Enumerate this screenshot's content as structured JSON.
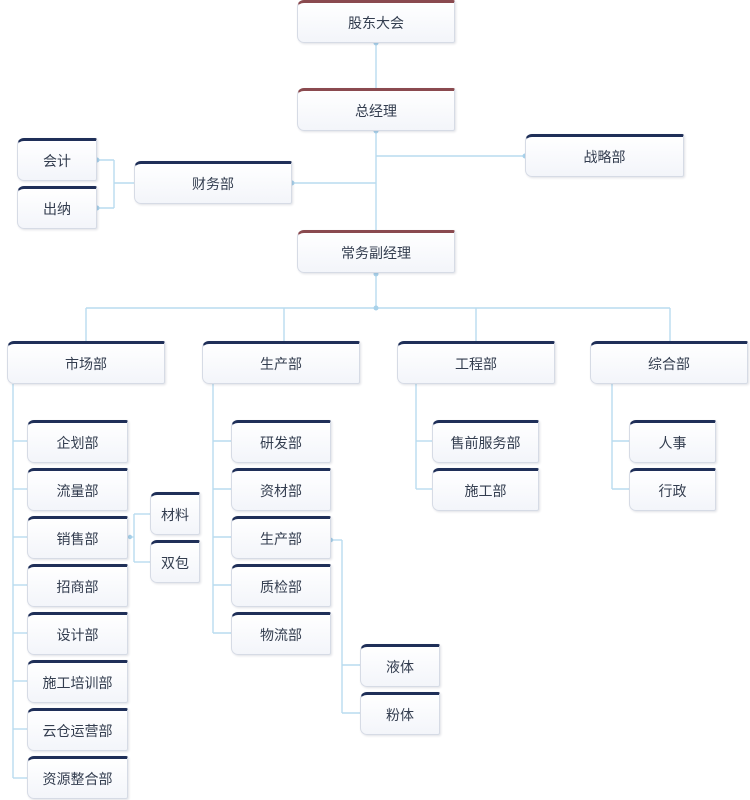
{
  "accent_colors": {
    "leadership": "#8a4a4f",
    "department": "#1f2f58",
    "connector": "#b9dcef"
  },
  "org": {
    "shareholders": "股东大会",
    "general_manager": "总经理",
    "strategy": "战略部",
    "finance": {
      "label": "财务部",
      "children": [
        "会计",
        "出纳"
      ]
    },
    "executive_deputy": "常务副经理",
    "departments": {
      "market": {
        "label": "市场部",
        "children": [
          "企划部",
          "流量部",
          "销售部",
          "招商部",
          "设计部",
          "施工培训部",
          "云仓运营部",
          "资源整合部"
        ],
        "sales_children": [
          "材料",
          "双包"
        ]
      },
      "production": {
        "label": "生产部",
        "children": [
          "研发部",
          "资材部",
          "生产部",
          "质检部",
          "物流部"
        ],
        "production_children": [
          "液体",
          "粉体"
        ]
      },
      "engineering": {
        "label": "工程部",
        "children": [
          "售前服务部",
          "施工部"
        ]
      },
      "general": {
        "label": "综合部",
        "children": [
          "人事",
          "行政"
        ]
      }
    }
  }
}
